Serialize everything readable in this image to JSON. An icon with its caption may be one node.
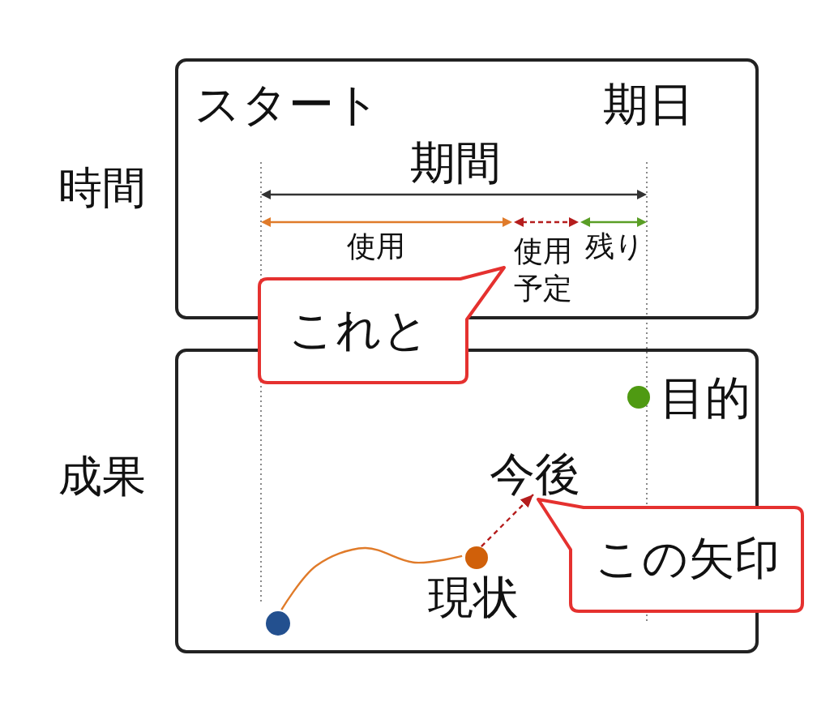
{
  "diagram": {
    "nodes": [
      {
        "text": [
          "時間"
        ]
      },
      {
        "text": [
          "これと"
        ]
      },
      {
        "text": [
          "成果"
        ]
      },
      {
        "text": [],
        "shape": "circle",
        "beside": [
          "目的"
        ],
        "in": 2
      },
      {
        "text": [
          "今後"
        ],
        "in": 2
      },
      {
        "text": [],
        "shape": "circle",
        "beside": [
          "現状"
        ],
        "in": 2
      },
      {
        "text": [
          "この矢印"
        ]
      },
      {
        "text": [],
        "shape": "circle",
        "in": 2
      }
    ],
    "edges": [
      {
        "from": 7,
        "to": 5,
        "arrow": "none",
        "color": "#e07b2a"
      },
      {
        "from": 5,
        "to": 4,
        "arrow": "to",
        "style": "dashed",
        "color": "#b51d1d"
      }
    ],
    "labels": [
      "スタート",
      "期日",
      "期間",
      "使用",
      "使用予定",
      "残り"
    ]
  }
}
